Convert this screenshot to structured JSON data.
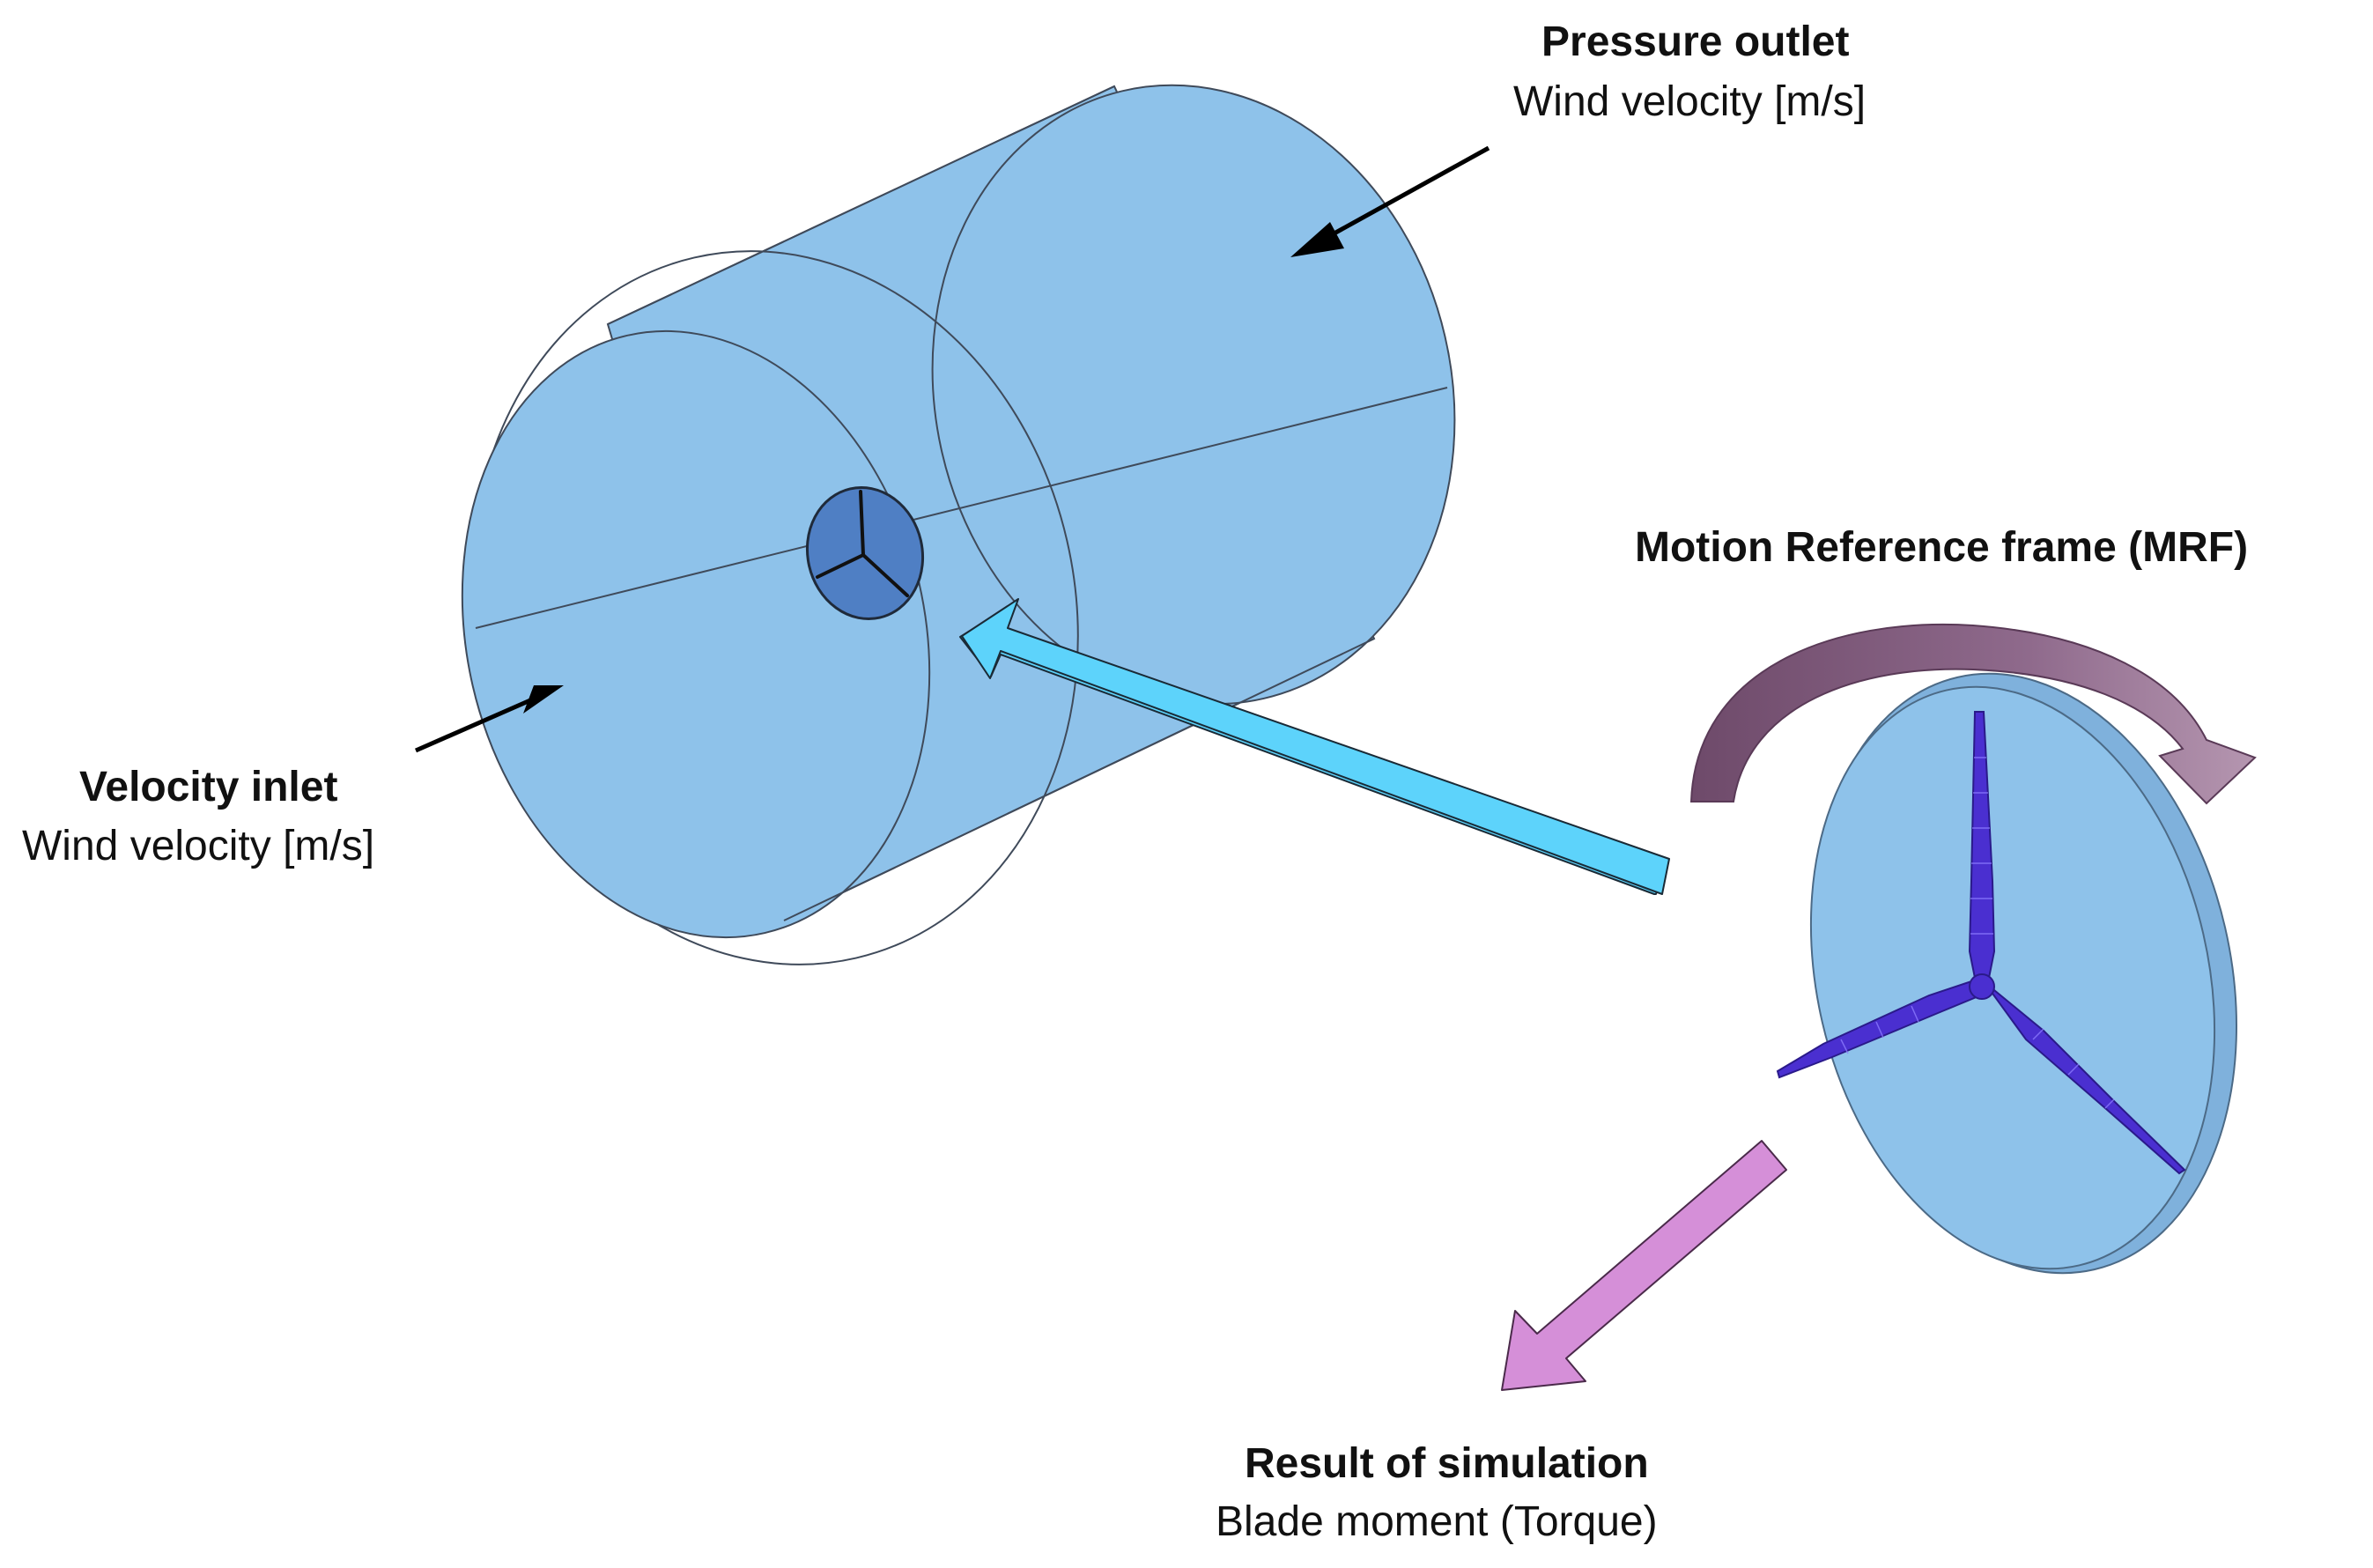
{
  "labels": {
    "pressure_outlet": {
      "title": "Pressure outlet",
      "subtitle": "Wind velocity [m/s]"
    },
    "velocity_inlet": {
      "title": "Velocity inlet",
      "subtitle": "Wind velocity [m/s]"
    },
    "mrf": {
      "title": "Motion Reference frame (MRF)"
    },
    "result": {
      "title": "Result of simulation",
      "subtitle": "Blade moment (Torque)"
    }
  },
  "colors": {
    "domain_fill": "#8ec2ea",
    "domain_edge": "#3f4a5a",
    "hub_fill": "#4f7fc4",
    "blade": "#4a2fd0",
    "cyan_arrow": "#5dd3fb",
    "rotation_arrow": "#8a5a83",
    "result_arrow": "#d58fd8"
  },
  "icons": {
    "callout": "arrow-icon",
    "zoom": "block-arrow-icon",
    "rotation": "curved-arrow-icon"
  }
}
